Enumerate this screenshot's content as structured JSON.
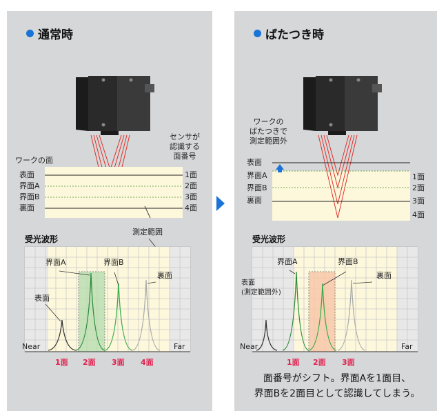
{
  "colors": {
    "accent": "#1a73d6",
    "face_number": "#e0204f",
    "laser": "#e0302a"
  },
  "left": {
    "title": "通常時",
    "work_surface_label": "ワークの面",
    "sensor_label": [
      "センサが",
      "認識する",
      "面番号"
    ],
    "surfaces": [
      "表面",
      "界面A",
      "界面B",
      "裏面"
    ],
    "face_numbers": [
      "1面",
      "2面",
      "3面",
      "4面"
    ],
    "range_label": "測定範囲",
    "waveform_title": "受光波形",
    "peak_labels": [
      "界面A",
      "界面B",
      "裏面",
      "表面"
    ],
    "near": "Near",
    "far": "Far",
    "bottom_numbers": [
      "1面",
      "2面",
      "3面",
      "4面"
    ]
  },
  "right": {
    "title": "ばたつき時",
    "flutter_label": [
      "ワークの",
      "ばたつきで",
      "測定範囲外"
    ],
    "surfaces": [
      "表面",
      "界面A",
      "界面B",
      "裏面"
    ],
    "face_numbers": [
      "1面",
      "2面",
      "3面",
      "4面"
    ],
    "waveform_title": "受光波形",
    "peak_labels": [
      "界面A",
      "界面B",
      "裏面"
    ],
    "out_of_range_label": [
      "表面",
      "(測定範囲外)"
    ],
    "near": "Near",
    "far": "Far",
    "bottom_numbers": [
      "1面",
      "2面",
      "3面"
    ],
    "caption": [
      "面番号がシフト。界面Aを1面目、",
      "界面Bを2面目として認識してしまう。"
    ]
  }
}
